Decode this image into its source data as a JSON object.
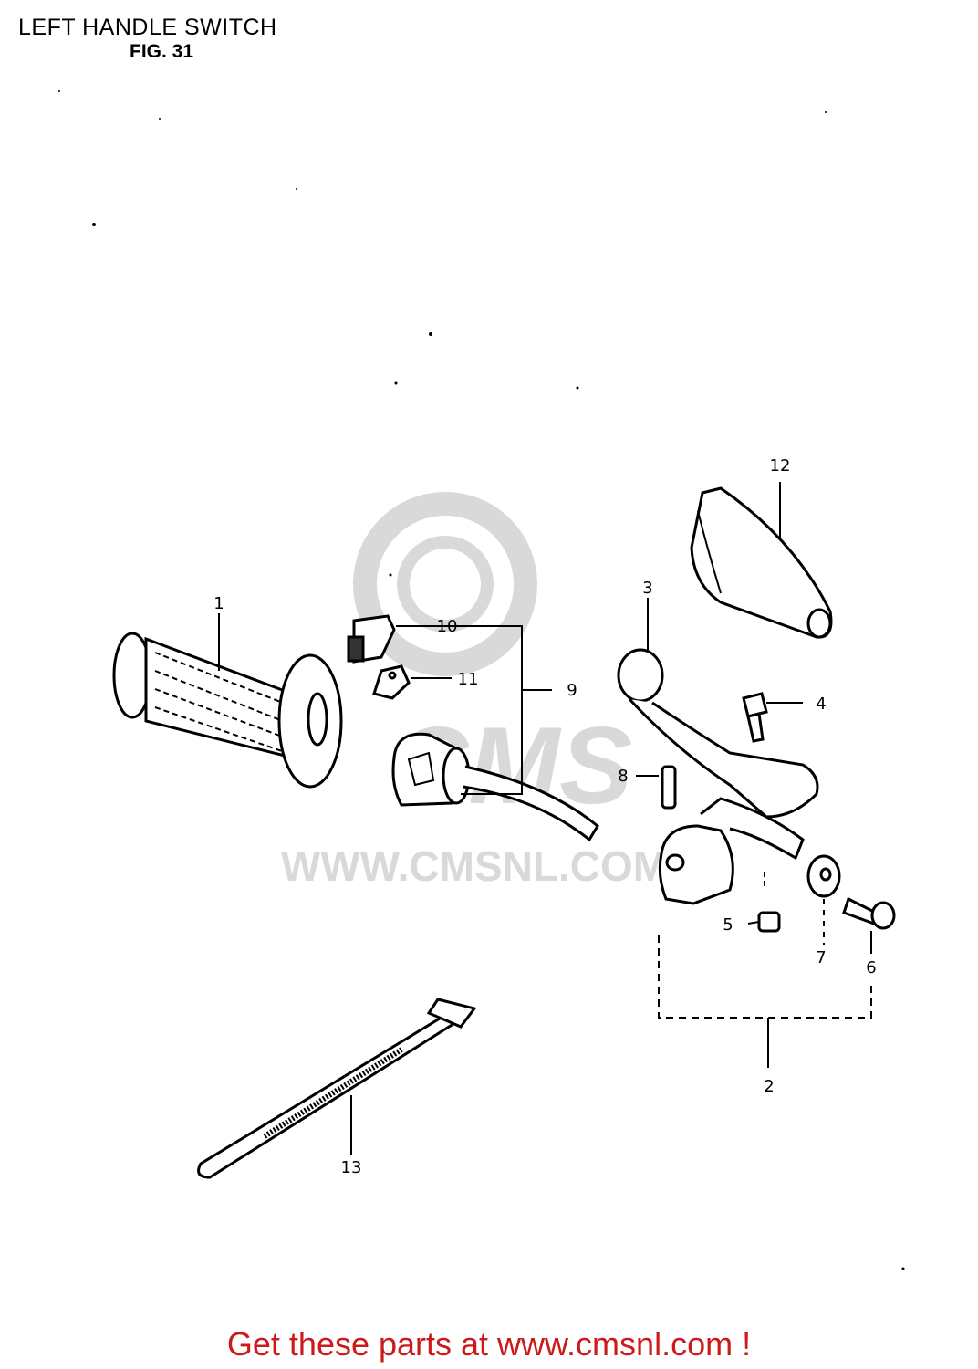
{
  "header": {
    "title": "LEFT HANDLE SWITCH",
    "figure": "FIG. 31"
  },
  "watermark": {
    "logo_text": "CMS",
    "url_text": "WWW.CMSNL.COM"
  },
  "callouts": [
    "1",
    "2",
    "3",
    "4",
    "5",
    "6",
    "7",
    "8",
    "9",
    "10",
    "11",
    "12",
    "13"
  ],
  "footer": {
    "text": "Get these parts at www.cmsnl.com !"
  },
  "colors": {
    "footer_text": "#cc1a1a",
    "watermark": "#d9d9d9",
    "line_art": "#000000"
  }
}
